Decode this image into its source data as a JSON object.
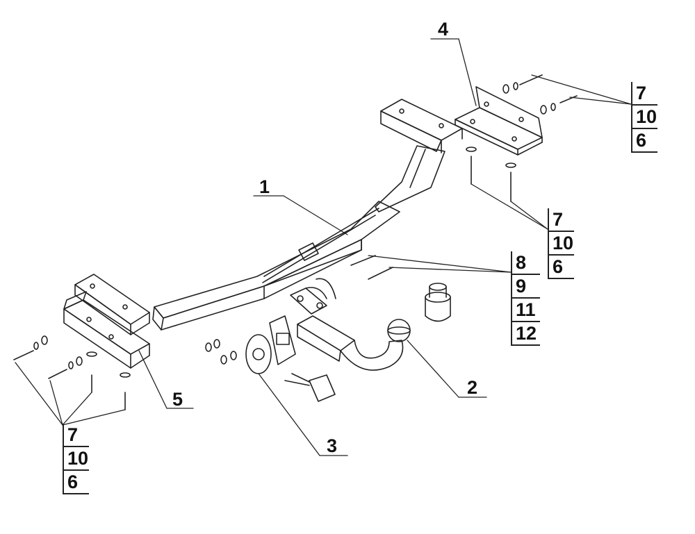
{
  "labels": {
    "frame": "1",
    "ball": "2",
    "socket": "3",
    "right_bracket": "4",
    "left_bracket": "5"
  },
  "stacks": {
    "top_right": [
      "7",
      "10",
      "6"
    ],
    "mid_right": [
      "7",
      "10",
      "6"
    ],
    "hardware": [
      "8",
      "9",
      "11",
      "12"
    ],
    "bottom_left": [
      "7",
      "10",
      "6"
    ]
  },
  "colors": {
    "line": "#222222",
    "background": "#ffffff"
  }
}
